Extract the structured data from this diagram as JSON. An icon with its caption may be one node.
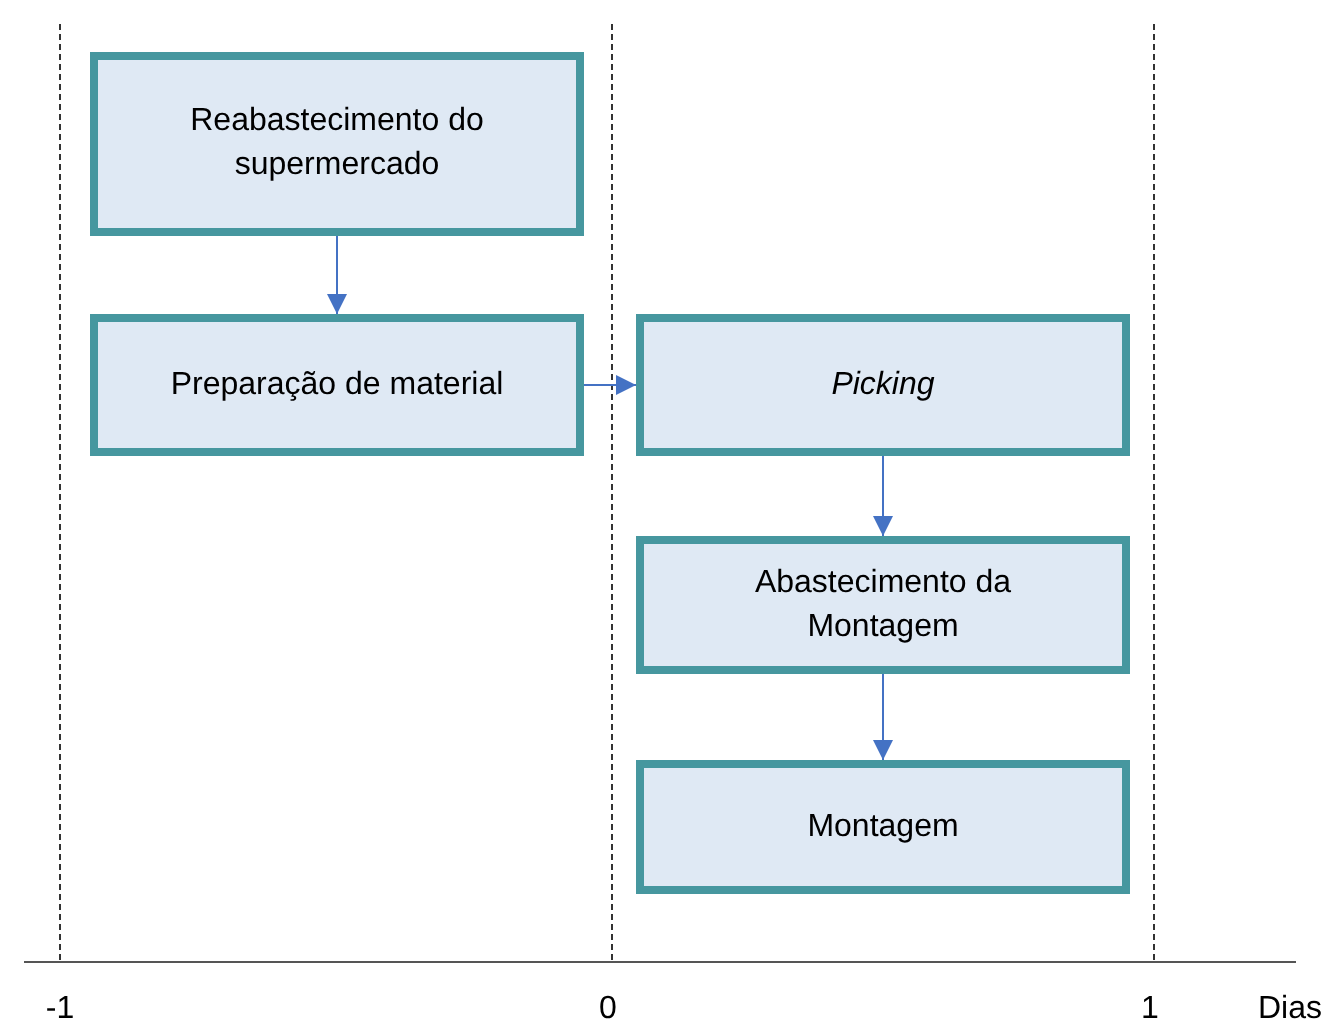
{
  "diagram": {
    "nodes": [
      {
        "text": [
          "Reabastecimento do supermercado"
        ]
      },
      {
        "text": [
          "Preparação de material"
        ]
      },
      {
        "text": [
          "Picking"
        ]
      },
      {
        "text": [
          "Abastecimento da Montagem"
        ]
      },
      {
        "text": [
          "Montagem"
        ]
      }
    ],
    "edges": [
      {
        "from": 0,
        "to": 1,
        "arrow": "to"
      },
      {
        "from": 1,
        "to": 2,
        "arrow": "to"
      },
      {
        "from": 2,
        "to": 3,
        "arrow": "to"
      },
      {
        "from": 3,
        "to": 4,
        "arrow": "to"
      }
    ],
    "labels": [
      "-1",
      "0",
      "1",
      "Dias"
    ]
  }
}
